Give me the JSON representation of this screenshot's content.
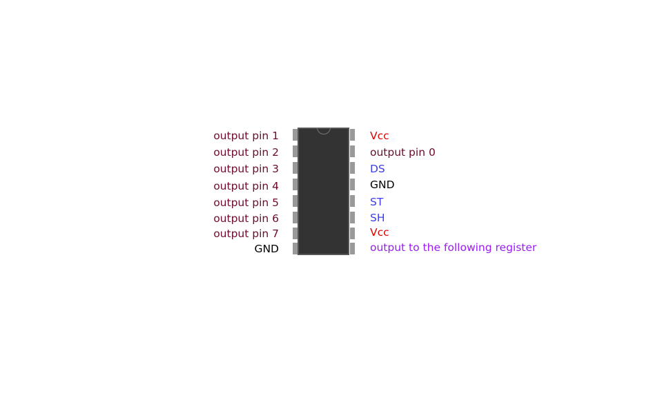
{
  "colors": {
    "output": "#6b0a2e",
    "vcc": "#e00000",
    "gnd": "#000000",
    "control": "#3d3df0",
    "cascade": "#9b1bf5",
    "chip": "#333333",
    "pin": "#999999"
  },
  "left_pins": [
    {
      "label": "output pin 1",
      "color": "output"
    },
    {
      "label": "output pin 2",
      "color": "output"
    },
    {
      "label": "output pin 3",
      "color": "output"
    },
    {
      "label": "output pin 4",
      "color": "output"
    },
    {
      "label": "output pin 5",
      "color": "output"
    },
    {
      "label": "output pin 6",
      "color": "output"
    },
    {
      "label": "output pin 7",
      "color": "output"
    },
    {
      "label": "GND",
      "color": "gnd"
    }
  ],
  "right_pins": [
    {
      "label": "Vcc",
      "color": "vcc"
    },
    {
      "label": "output pin 0",
      "color": "output"
    },
    {
      "label": "DS",
      "color": "control"
    },
    {
      "label": "GND",
      "color": "gnd"
    },
    {
      "label": "ST",
      "color": "control"
    },
    {
      "label": "SH",
      "color": "control"
    },
    {
      "label": "Vcc",
      "color": "vcc"
    },
    {
      "label": "output to the following register",
      "color": "cascade"
    }
  ]
}
